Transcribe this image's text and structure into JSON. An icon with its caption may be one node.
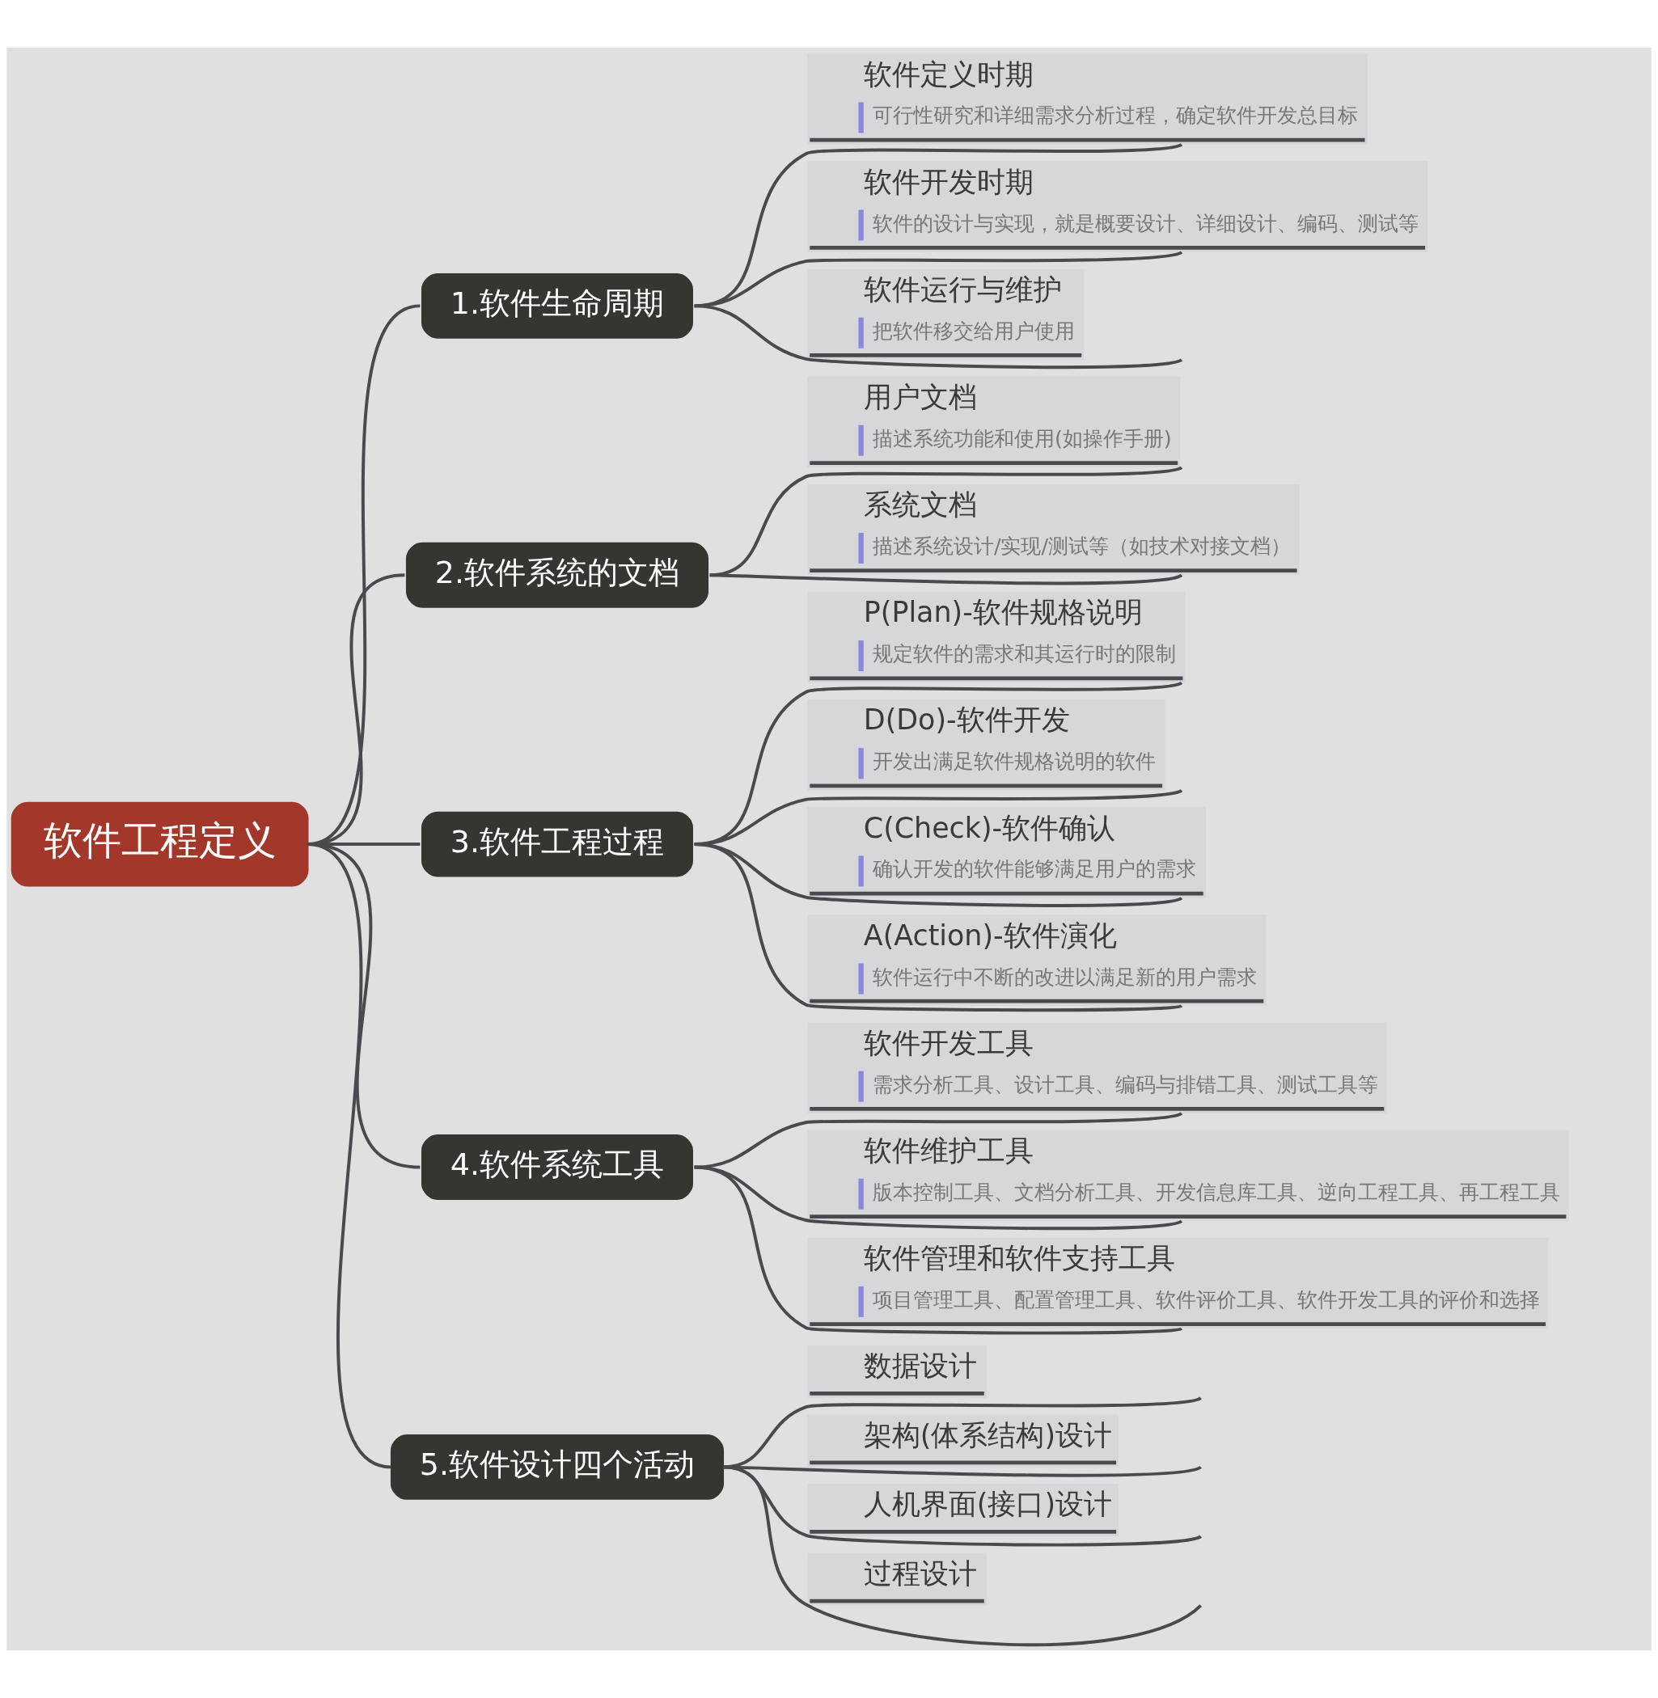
{
  "diagram": {
    "nodes": [
      {
        "text": [
          "软件工程定义"
        ]
      },
      {
        "text": [
          "1.软件生命周期"
        ]
      },
      {
        "text": [
          "软件定义时期",
          "可行性研究和详细需求分析过程，确定软件开发总目标"
        ]
      },
      {
        "text": [
          "软件开发时期",
          "软件的设计与实现，就是概要设计、详细设计、编码、测试等"
        ]
      },
      {
        "text": [
          "软件运行与维护",
          "把软件移交给用户使用"
        ]
      },
      {
        "text": [
          "2.软件系统的文档"
        ]
      },
      {
        "text": [
          "用户文档",
          "描述系统功能和使用(如操作手册)"
        ]
      },
      {
        "text": [
          "系统文档",
          "描述系统设计/实现/测试等（如技术对接文档）"
        ]
      },
      {
        "text": [
          "3.软件工程过程"
        ]
      },
      {
        "text": [
          "P(Plan)-软件规格说明",
          "规定软件的需求和其运行时的限制"
        ]
      },
      {
        "text": [
          "D(Do)-软件开发",
          "开发出满足软件规格说明的软件"
        ]
      },
      {
        "text": [
          "C(Check)-软件确认",
          "确认开发的软件能够满足用户的需求"
        ]
      },
      {
        "text": [
          "A(Action)-软件演化",
          "软件运行中不断的改进以满足新的用户需求"
        ]
      },
      {
        "text": [
          "4.软件系统工具"
        ]
      },
      {
        "text": [
          "软件开发工具",
          "需求分析工具、设计工具、编码与排错工具、测试工具等"
        ]
      },
      {
        "text": [
          "软件维护工具",
          "版本控制工具、文档分析工具、开发信息库工具、逆向工程工具、再工程工具"
        ]
      },
      {
        "text": [
          "软件管理和软件支持工具",
          "项目管理工具、配置管理工具、软件评价工具、软件开发工具的评价和选择"
        ]
      },
      {
        "text": [
          "5.软件设计四个活动"
        ]
      },
      {
        "text": [
          "数据设计"
        ]
      },
      {
        "text": [
          "架构(体系结构)设计"
        ]
      },
      {
        "text": [
          "人机界面(接口)设计"
        ]
      },
      {
        "text": [
          "过程设计"
        ]
      }
    ],
    "edges": [
      {
        "from": 0,
        "to": 1,
        "arrow": "none"
      },
      {
        "from": 1,
        "to": 2,
        "arrow": "none"
      },
      {
        "from": 1,
        "to": 3,
        "arrow": "none"
      },
      {
        "from": 1,
        "to": 4,
        "arrow": "none"
      },
      {
        "from": 0,
        "to": 5,
        "arrow": "none"
      },
      {
        "from": 5,
        "to": 6,
        "arrow": "none"
      },
      {
        "from": 5,
        "to": 7,
        "arrow": "none"
      },
      {
        "from": 0,
        "to": 8,
        "arrow": "none"
      },
      {
        "from": 8,
        "to": 9,
        "arrow": "none"
      },
      {
        "from": 8,
        "to": 10,
        "arrow": "none"
      },
      {
        "from": 8,
        "to": 11,
        "arrow": "none"
      },
      {
        "from": 8,
        "to": 12,
        "arrow": "none"
      },
      {
        "from": 0,
        "to": 13,
        "arrow": "none"
      },
      {
        "from": 13,
        "to": 14,
        "arrow": "none"
      },
      {
        "from": 13,
        "to": 15,
        "arrow": "none"
      },
      {
        "from": 13,
        "to": 16,
        "arrow": "none"
      },
      {
        "from": 0,
        "to": 17,
        "arrow": "none"
      },
      {
        "from": 17,
        "to": 18,
        "arrow": "none"
      },
      {
        "from": 17,
        "to": 19,
        "arrow": "none"
      },
      {
        "from": 17,
        "to": 20,
        "arrow": "none"
      },
      {
        "from": 17,
        "to": 21,
        "arrow": "none"
      }
    ]
  }
}
